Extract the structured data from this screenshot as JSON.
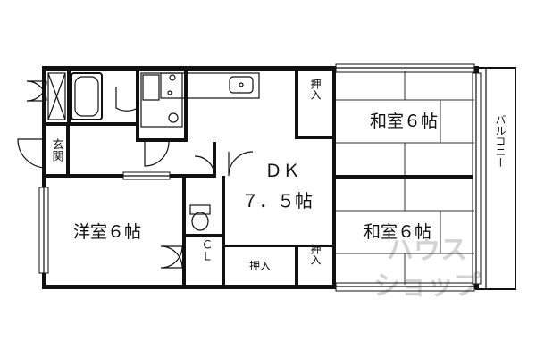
{
  "rooms": {
    "genkan": "玄関",
    "dk": "ＤＫ",
    "dk_size": "７．５帖",
    "yoshitsu": "洋室６帖",
    "washitsu_top": "和室６帖",
    "washitsu_bottom": "和室６帖",
    "cl": "ＣＬ",
    "oshiire_top": "押入",
    "oshiire_mid": "押入",
    "oshiire_low": "押入",
    "balcony": "バルコニー"
  },
  "watermark": "ハウスショップ"
}
